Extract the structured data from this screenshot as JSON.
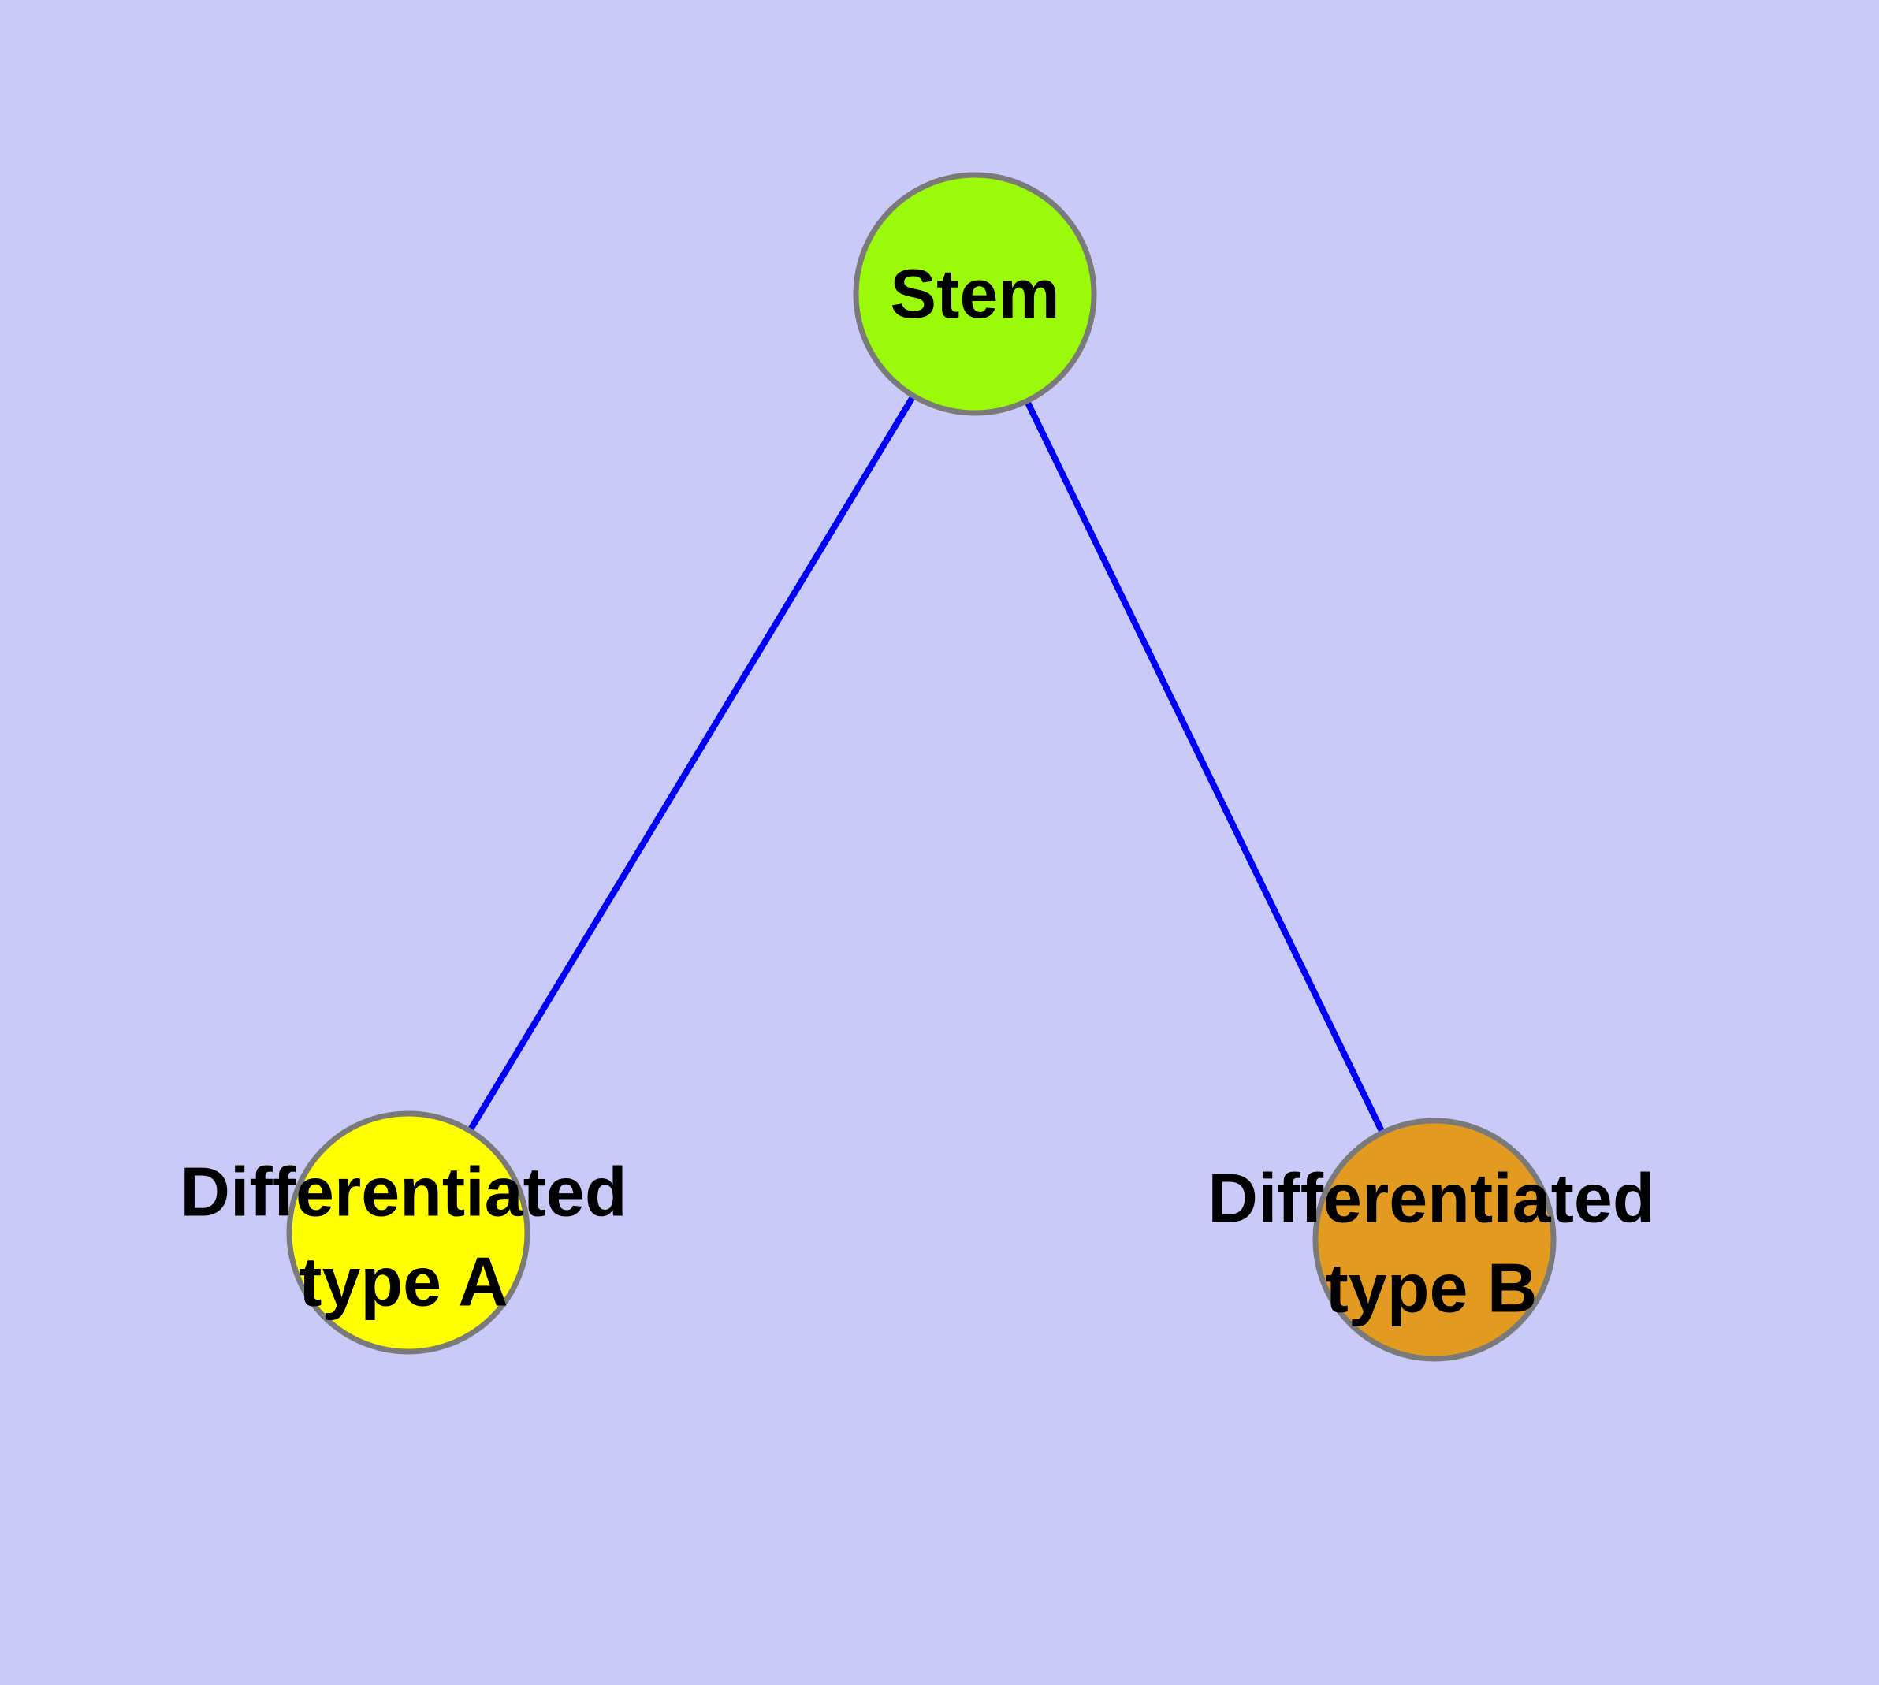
{
  "diagram": {
    "type": "node-link-graph",
    "background_color": "#CACAF8",
    "edge_color": "#0000F5",
    "edge_width": 8,
    "node_border_color": "#7A7A7A",
    "node_border_width": 7,
    "label_color": "#000000",
    "nodes": [
      {
        "id": "stem",
        "label": "Stem",
        "color": "#9BFA0A"
      },
      {
        "id": "type-a",
        "label": "Differentiated\ntype A",
        "color": "#FFFF00"
      },
      {
        "id": "type-b",
        "label": "Differentiated\ntype B",
        "color": "#E29A20"
      }
    ],
    "edges": [
      {
        "from": "Stem",
        "to": "Differentiated type A"
      },
      {
        "from": "Stem",
        "to": "Differentiated type B"
      }
    ]
  }
}
